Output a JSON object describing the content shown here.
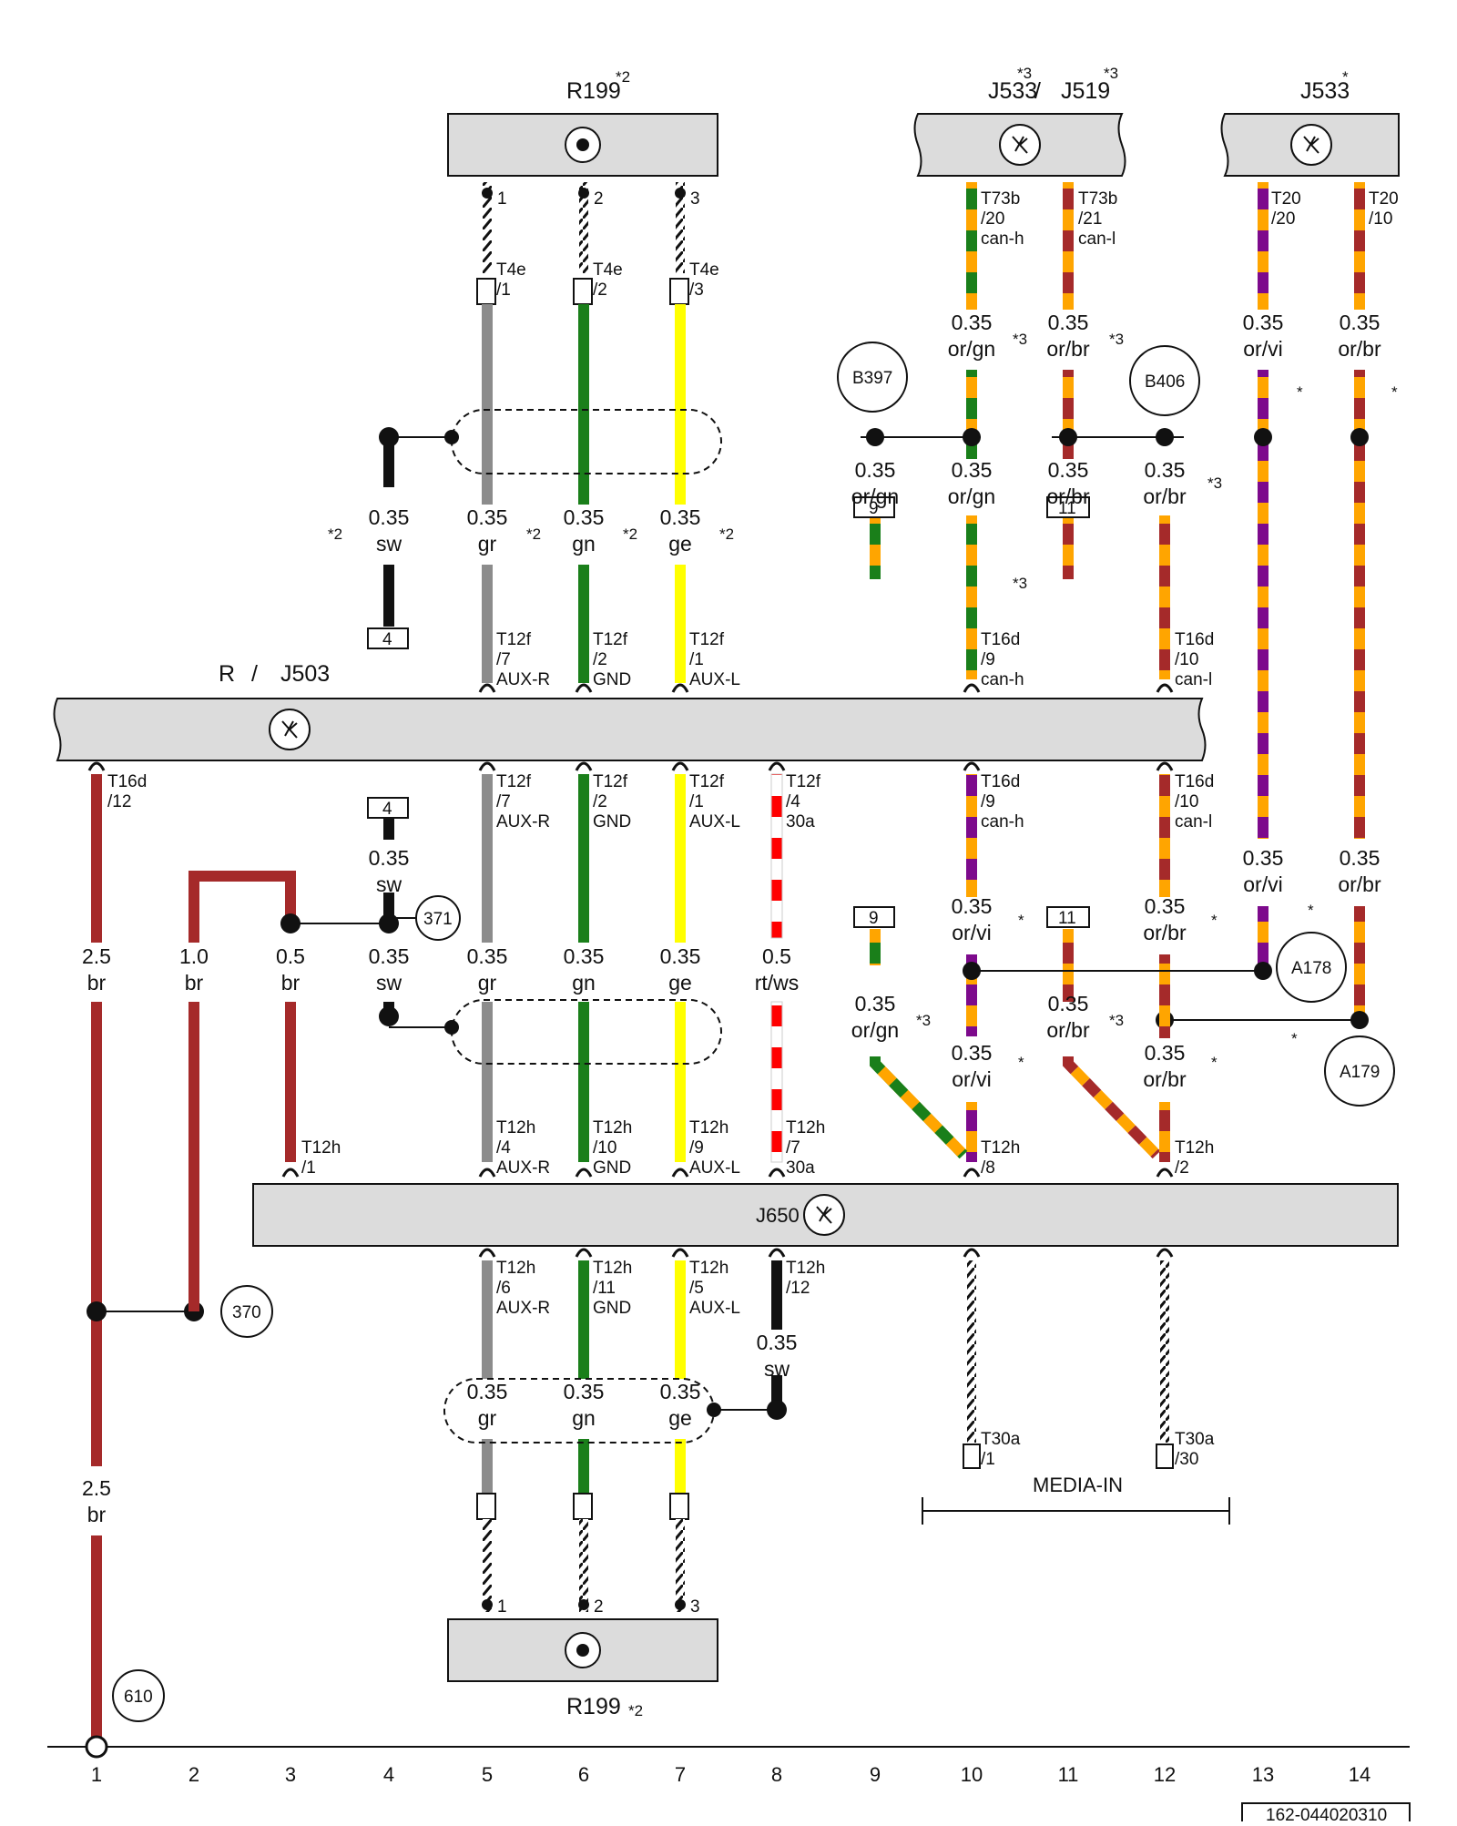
{
  "colors": {
    "gray_wire": "#8c8c8c",
    "green_wire": "#1a7f1a",
    "yellow_wire": "#ffff00",
    "brown_wire": "#a52a2a",
    "black_wire": "#111111",
    "orange_wire": "#ffa500",
    "violet_wire": "#7d0a8c",
    "red_wire": "#ff0000",
    "component_fill": "#dcdcdc"
  },
  "components": {
    "r199_top": {
      "name": "R199",
      "note": "*2"
    },
    "j533_j519": {
      "name_a": "J533",
      "note_a": "*3",
      "sep": "/",
      "name_b": "J519",
      "note_b": "*3"
    },
    "j533_right": {
      "name": "J533",
      "note": "*"
    },
    "r_j503": {
      "name_a": "R",
      "sep": "/",
      "name_b": "J503"
    },
    "j650": {
      "name": "J650"
    },
    "r199_bottom": {
      "name": "R199",
      "note": "*2"
    }
  },
  "pins": {
    "r199_top": [
      "1",
      "2",
      "3"
    ],
    "r199_bottom": [
      "1",
      "2",
      "3"
    ]
  },
  "connectors": {
    "t4e_1": [
      "T4e",
      "/1"
    ],
    "t4e_2": [
      "T4e",
      "/2"
    ],
    "t4e_3": [
      "T4e",
      "/3"
    ],
    "t73b_20": [
      "T73b",
      "/20",
      "can-h"
    ],
    "t73b_21": [
      "T73b",
      "/21",
      "can-l"
    ],
    "t20_20": [
      "T20",
      "/20"
    ],
    "t20_10": [
      "T20",
      "/10"
    ],
    "t12f_7_top": [
      "T12f",
      "/7",
      "AUX-R"
    ],
    "t12f_2_top": [
      "T12f",
      "/2",
      "GND"
    ],
    "t12f_1_top": [
      "T12f",
      "/1",
      "AUX-L"
    ],
    "t16d_9_top": [
      "T16d",
      "/9",
      "can-h"
    ],
    "t16d_10_top": [
      "T16d",
      "/10",
      "can-l"
    ],
    "t16d_12": [
      "T16d",
      "/12"
    ],
    "t12f_7_bot": [
      "T12f",
      "/7",
      "AUX-R"
    ],
    "t12f_2_bot": [
      "T12f",
      "/2",
      "GND"
    ],
    "t12f_1_bot": [
      "T12f",
      "/1",
      "AUX-L"
    ],
    "t12f_4": [
      "T12f",
      "/4",
      "30a"
    ],
    "t16d_9_bot": [
      "T16d",
      "/9",
      "can-h"
    ],
    "t16d_10_bot": [
      "T16d",
      "/10",
      "can-l"
    ],
    "t12h_1": [
      "T12h",
      "/1"
    ],
    "t12h_4": [
      "T12h",
      "/4",
      "AUX-R"
    ],
    "t12h_10": [
      "T12h",
      "/10",
      "GND"
    ],
    "t12h_9": [
      "T12h",
      "/9",
      "AUX-L"
    ],
    "t12h_7": [
      "T12h",
      "/7",
      "30a"
    ],
    "t12h_8": [
      "T12h",
      "/8"
    ],
    "t12h_2": [
      "T12h",
      "/2"
    ],
    "t12h_6": [
      "T12h",
      "/6",
      "AUX-R"
    ],
    "t12h_11": [
      "T12h",
      "/11",
      "GND"
    ],
    "t12h_5": [
      "T12h",
      "/5",
      "AUX-L"
    ],
    "t12h_12": [
      "T12h",
      "/12"
    ],
    "t30a_1": [
      "T30a",
      "/1"
    ],
    "t30a_30": [
      "T30a",
      "/30"
    ]
  },
  "wires": {
    "sw_shield_top": [
      "0.35",
      "sw"
    ],
    "gr_top": [
      "0.35",
      "gr"
    ],
    "gn_top": [
      "0.35",
      "gn"
    ],
    "ge_top": [
      "0.35",
      "ge"
    ],
    "orgn_a": [
      "0.35",
      "or/gn"
    ],
    "orbr_a": [
      "0.35",
      "or/br"
    ],
    "orvi_a": [
      "0.35",
      "or/vi"
    ],
    "orbr_c": [
      "0.35",
      "or/br"
    ],
    "orgn_b397": [
      "0.35",
      "or/gn"
    ],
    "orgn_b": [
      "0.35",
      "or/gn"
    ],
    "orbr_b": [
      "0.35",
      "or/br"
    ],
    "orbr_b406": [
      "0.35",
      "or/br"
    ],
    "sw_4": [
      "0.35",
      "sw"
    ],
    "br_25": [
      "2.5",
      "br"
    ],
    "br_10": [
      "1.0",
      "br"
    ],
    "br_05": [
      "0.5",
      "br"
    ],
    "sw_shield_mid": [
      "0.35",
      "sw"
    ],
    "gr_mid": [
      "0.35",
      "gr"
    ],
    "gn_mid": [
      "0.35",
      "gn"
    ],
    "ge_mid": [
      "0.35",
      "ge"
    ],
    "rtws": [
      "0.5",
      "rt/ws"
    ],
    "orvi_b": [
      "0.35",
      "or/vi"
    ],
    "orbr_d": [
      "0.35",
      "or/br"
    ],
    "orvi_c": [
      "0.35",
      "or/vi"
    ],
    "orbr_e": [
      "0.35",
      "or/br"
    ],
    "orgn_c": [
      "0.35",
      "or/gn"
    ],
    "orbr_f": [
      "0.35",
      "or/br"
    ],
    "orvi_d": [
      "0.35",
      "or/vi"
    ],
    "orbr_g": [
      "0.35",
      "or/br"
    ],
    "sw_j650": [
      "0.35",
      "sw"
    ],
    "gr_bot": [
      "0.35",
      "gr"
    ],
    "gn_bot": [
      "0.35",
      "gn"
    ],
    "ge_bot": [
      "0.35",
      "ge"
    ],
    "br_25_low": [
      "2.5",
      "br"
    ]
  },
  "notes": {
    "n2": "*2",
    "n3": "*3",
    "n1": "*"
  },
  "refs": {
    "b397": "B397",
    "b406": "B406",
    "r371": "371",
    "r370": "370",
    "r610": "610",
    "a178": "A178",
    "a179": "A179"
  },
  "boxes": {
    "b4_top": "4",
    "b4_mid": "4",
    "b9_top": "9",
    "b9_mid": "9",
    "b11_top": "11",
    "b11_mid": "11"
  },
  "media_in": "MEDIA-IN",
  "columns": [
    "1",
    "2",
    "3",
    "4",
    "5",
    "6",
    "7",
    "8",
    "9",
    "10",
    "11",
    "12",
    "13",
    "14"
  ],
  "doc_id": "162-044020310"
}
